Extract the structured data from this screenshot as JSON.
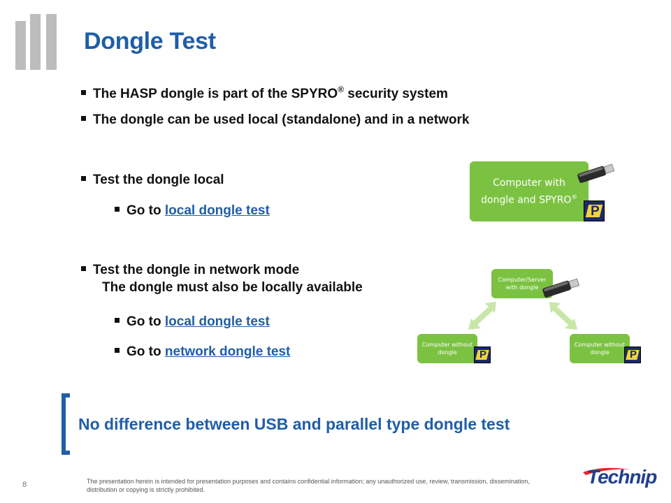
{
  "slide": {
    "title": "Dongle Test",
    "page_number": "8"
  },
  "bullets": {
    "b1_pre": "The HASP dongle is part of the SPYRO",
    "b1_sup": "®",
    "b1_post": " security system",
    "b2": "The dongle can be used local (standalone) and in a network",
    "b3": "Test the dongle local",
    "b3a_pre": "Go to ",
    "b3a_link": "local dongle test",
    "b4": "Test the dongle in network mode",
    "b4_cont": "The dongle must also be locally available",
    "b4a_pre": "Go to ",
    "b4a_link": "local dongle test",
    "b4b_pre": "Go to ",
    "b4b_link": "network dongle test"
  },
  "diagram": {
    "standalone_label_1": "Computer with",
    "standalone_label_2": "dongle and SPYRO",
    "standalone_sup": "®",
    "server_label_1": "Computer/Server",
    "server_label_2": "with dongle",
    "client_left_1": "Computer without",
    "client_left_2": "dongle",
    "client_right_1": "Computer without",
    "client_right_2": "dongle",
    "logo_letter": "P",
    "usb_icon": "usb-stick-icon",
    "spyro_icon": "spyro-vp-icon"
  },
  "callout": "No difference between USB and parallel type dongle test",
  "footer": {
    "disclaimer": "The presentation herein is intended for presentation purposes and contains confidential information; any unauthorized use, review, transmission, dissemination, distribution or copying is strictly prohibited.",
    "logo_text": "Technip"
  },
  "colors": {
    "accent": "#1f5ea8",
    "green": "#7cc242",
    "green_light": "#c8e6a8",
    "deco_grey": "#bdbdbd"
  }
}
